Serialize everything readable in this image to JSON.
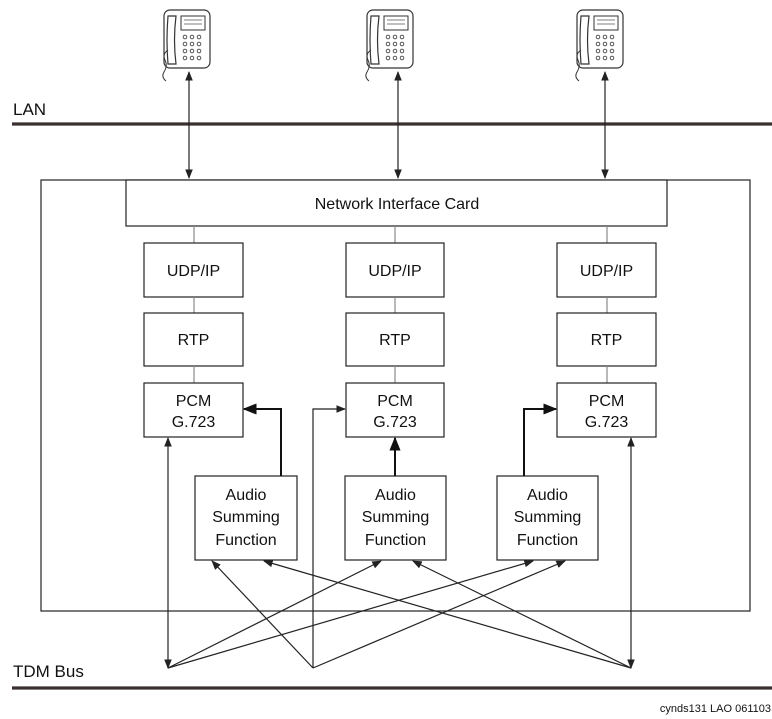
{
  "lan_label": "LAN",
  "tdm_label": "TDM Bus",
  "nic_label": "Network Interface Card",
  "channels": [
    {
      "udp": "UDP/IP",
      "rtp": "RTP",
      "pcm_line1": "PCM",
      "pcm_line2": "G.723",
      "asf": [
        "Audio",
        "Summing",
        "Function"
      ]
    },
    {
      "udp": "UDP/IP",
      "rtp": "RTP",
      "pcm_line1": "PCM",
      "pcm_line2": "G.723",
      "asf": [
        "Audio",
        "Summing",
        "Function"
      ]
    },
    {
      "udp": "UDP/IP",
      "rtp": "RTP",
      "pcm_line1": "PCM",
      "pcm_line2": "G.723",
      "asf": [
        "Audio",
        "Summing",
        "Function"
      ]
    }
  ],
  "caption": "cynds131 LAO 061103",
  "phones": [
    "phone-icon",
    "phone-icon",
    "phone-icon"
  ]
}
